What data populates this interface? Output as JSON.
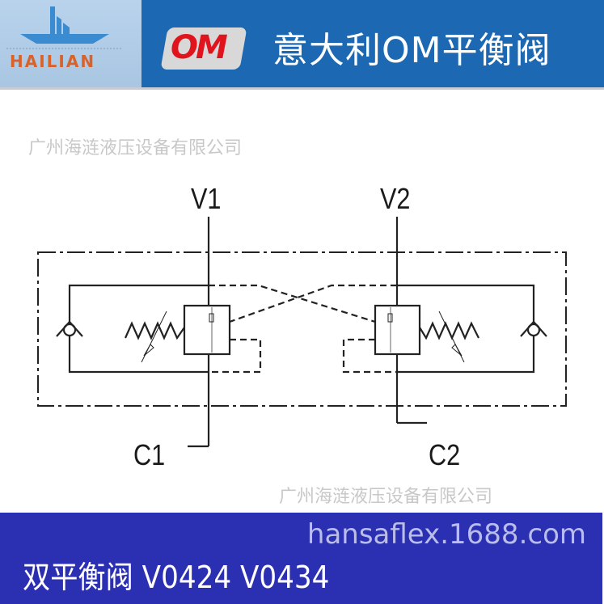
{
  "header": {
    "logo_text": "HAILIAN",
    "brand_logo_text": "OM",
    "title": "意大利OM平衡阀"
  },
  "watermarks": {
    "company_top": "广州海涟液压设备有限公司",
    "company_bottom": "广州海涟液压设备有限公司"
  },
  "diagram": {
    "ports": {
      "v1": "V1",
      "v2": "V2",
      "c1": "C1",
      "c2": "C2"
    }
  },
  "footer": {
    "title": "双平衡阀 V0424 V0434",
    "watermark": "hansaflex.1688.com"
  },
  "colors": {
    "header_blue": "#1c68b2",
    "footer_blue": "#2b2fb2",
    "logo_orange": "#d9622b",
    "om_red": "#e0141c"
  }
}
